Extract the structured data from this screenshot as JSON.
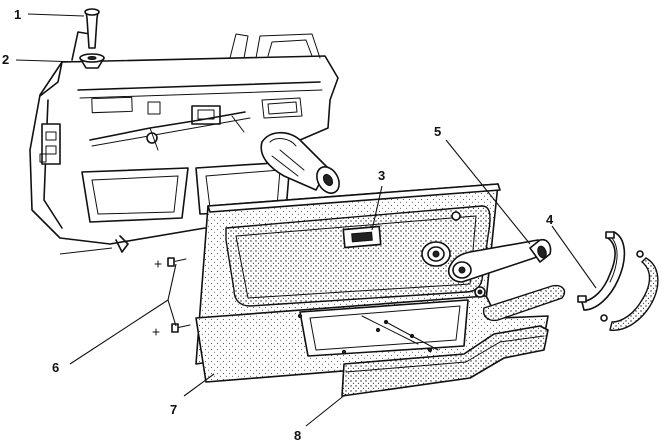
{
  "callouts": {
    "lock_knob": "1",
    "knob_ferrule": "2",
    "inner_handle_bezel": "3",
    "pull_handle": "4",
    "window_crank": "5",
    "screws": "6",
    "door_trim_panel": "7",
    "armrest_pocket": "8"
  },
  "colors": {
    "ink": "#111111",
    "paper": "#ffffff"
  }
}
